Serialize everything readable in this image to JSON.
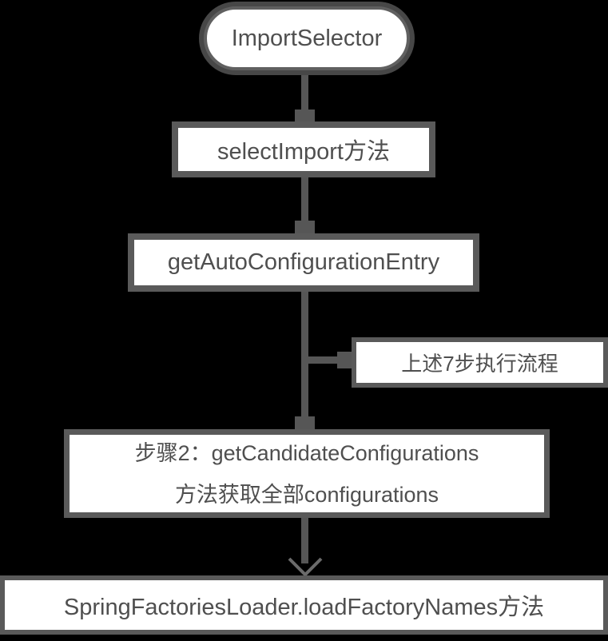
{
  "diagram": {
    "colors": {
      "background": "#000000",
      "node_fill": "#ffffff",
      "node_border": "#5a5a5a",
      "connector": "#565656",
      "text": "#4f4f4f"
    },
    "nodes": {
      "start": {
        "shape": "stadium",
        "label": "ImportSelector"
      },
      "select_import": {
        "shape": "rect",
        "label": "selectImport方法"
      },
      "get_auto_configuration_entry": {
        "shape": "rect",
        "label": "getAutoConfigurationEntry"
      },
      "side_note": {
        "shape": "rect",
        "label": "上述7步执行流程"
      },
      "step2": {
        "shape": "rect",
        "line1": "步骤2：getCandidateConfigurations",
        "line2": "方法获取全部configurations"
      },
      "load_factory_names": {
        "shape": "rect",
        "label": "SpringFactoriesLoader.loadFactoryNames方法"
      }
    },
    "connections": [
      {
        "from": "start",
        "to": "select_import",
        "direction": "down"
      },
      {
        "from": "select_import",
        "to": "get_auto_configuration_entry",
        "direction": "down"
      },
      {
        "from": "get_auto_configuration_entry",
        "to": "step2",
        "direction": "down"
      },
      {
        "from": "get_auto_configuration_entry",
        "to": "side_note",
        "direction": "right"
      },
      {
        "from": "step2",
        "to": "load_factory_names",
        "direction": "down"
      }
    ]
  }
}
